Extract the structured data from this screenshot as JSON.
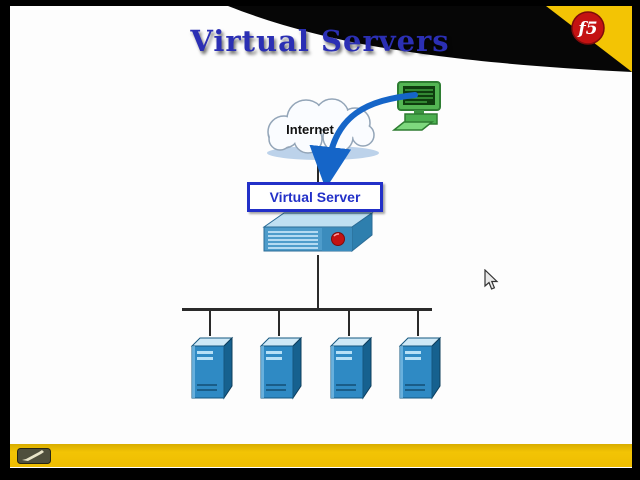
{
  "slide": {
    "title": "Virtual Servers",
    "logo_text": "f5"
  },
  "diagram": {
    "internet_label": "Internet",
    "virtual_server_label": "Virtual Server",
    "pool_servers": [
      "pool-server-1",
      "pool-server-2",
      "pool-server-3",
      "pool-server-4"
    ]
  },
  "colors": {
    "accent_yellow": "#f3c404",
    "title_blue": "#2b2fb4",
    "box_border_blue": "#2230c8",
    "logo_red": "#c41212",
    "server_blue": "#2f8ac4",
    "arrow_blue": "#1565c8"
  }
}
